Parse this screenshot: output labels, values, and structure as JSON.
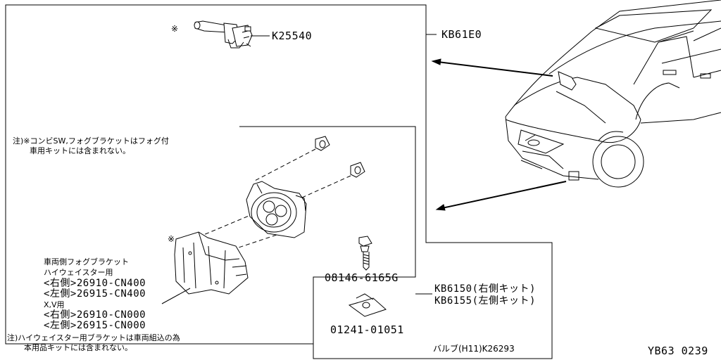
{
  "labels": {
    "switch_part": "K25540",
    "kit_main": "KB61E0",
    "note_top_line1": "注)※コンビSW,フォグブラケットはフォグ付",
    "note_top_line2": "車用キットには含まれない。",
    "bracket_title": "車両側フォグブラケット",
    "bracket_highway": "ハイウェイスター用",
    "bracket_right1": "<右側>26910-CN400",
    "bracket_left1": "<左側>26915-CN400",
    "bracket_xv": "X,V用",
    "bracket_right2": "<右側>26910-CN000",
    "bracket_left2": "<左側>26915-CN000",
    "note_bottom_line1": "注)ハイウェイスター用ブラケットは車両組込の為",
    "note_bottom_line2": "本用品キットには含まれない。",
    "bolt_part": "08146-6165G",
    "clip_part": "01241-01051",
    "kit_right": "KB6150(右側キット)",
    "kit_left": "KB6155(左側キット)",
    "bulb": "バルブ(H11)K26293",
    "footer_code": "YB63 0239",
    "asterisk": "※"
  },
  "icons": {
    "combination_switch": "combination-switch-icon",
    "fog_lamp": "fog-lamp-icon",
    "fog_bracket": "fog-bracket-icon",
    "bolt": "bolt-icon",
    "clip_nut": "clip-nut-icon",
    "grommet": "grommet-icon",
    "car": "car-front-icon"
  }
}
